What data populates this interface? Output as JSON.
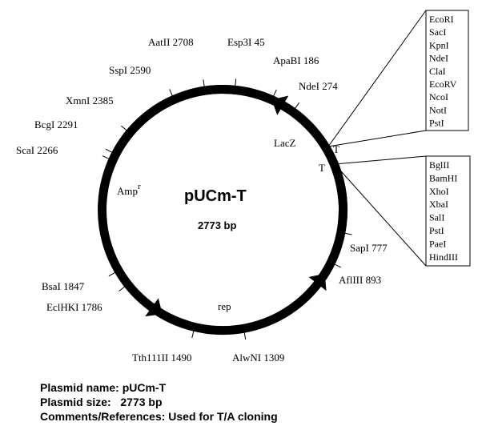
{
  "plasmid": {
    "name": "pUCm-T",
    "size_label": "2773 bp",
    "total_bp": 2773
  },
  "sites": [
    {
      "id": "aatii",
      "label": "AatII 2708",
      "pos": 2708
    },
    {
      "id": "esp3i",
      "label": "Esp3I 45",
      "pos": 45
    },
    {
      "id": "apabi",
      "label": "ApaBI 186",
      "pos": 186
    },
    {
      "id": "ndei",
      "label": "NdeI 274",
      "pos": 274
    },
    {
      "id": "sspi",
      "label": "SspI 2590",
      "pos": 2590
    },
    {
      "id": "xmni",
      "label": "XmnI 2385",
      "pos": 2385
    },
    {
      "id": "bcgi",
      "label": "BcgI 2291",
      "pos": 2291
    },
    {
      "id": "scai",
      "label": "ScaI 2266",
      "pos": 2266
    },
    {
      "id": "sapi",
      "label": "SapI 777",
      "pos": 777
    },
    {
      "id": "afliii",
      "label": "AflIII 893",
      "pos": 893
    },
    {
      "id": "bsai",
      "label": "BsaI 1847",
      "pos": 1847
    },
    {
      "id": "eclhki",
      "label": "EclHKI 1786",
      "pos": 1786
    },
    {
      "id": "tth111ii",
      "label": "Tth111II 1490",
      "pos": 1490
    },
    {
      "id": "alwni",
      "label": "AlwNI 1309",
      "pos": 1309
    }
  ],
  "features": {
    "lacz": "LacZ",
    "amp": "Amp",
    "amp_sup": "r",
    "rep": "rep",
    "t_top": "T",
    "t_bottom": "T"
  },
  "mcs_upper": [
    "EcoRI",
    "SacI",
    "KpnI",
    "NdeI",
    "ClaI",
    "EcoRV",
    "NcoI",
    "NotI",
    "PstI"
  ],
  "mcs_lower": [
    "BglII",
    "BamHI",
    "XhoI",
    "XbaI",
    "SalI",
    "PstI",
    "PaeI",
    "HindIII"
  ],
  "info": {
    "name_line": "Plasmid name: pUCm-T",
    "size_line": "Plasmid size:   2773 bp",
    "comments_line": "Comments/References: Used for T/A cloning"
  }
}
